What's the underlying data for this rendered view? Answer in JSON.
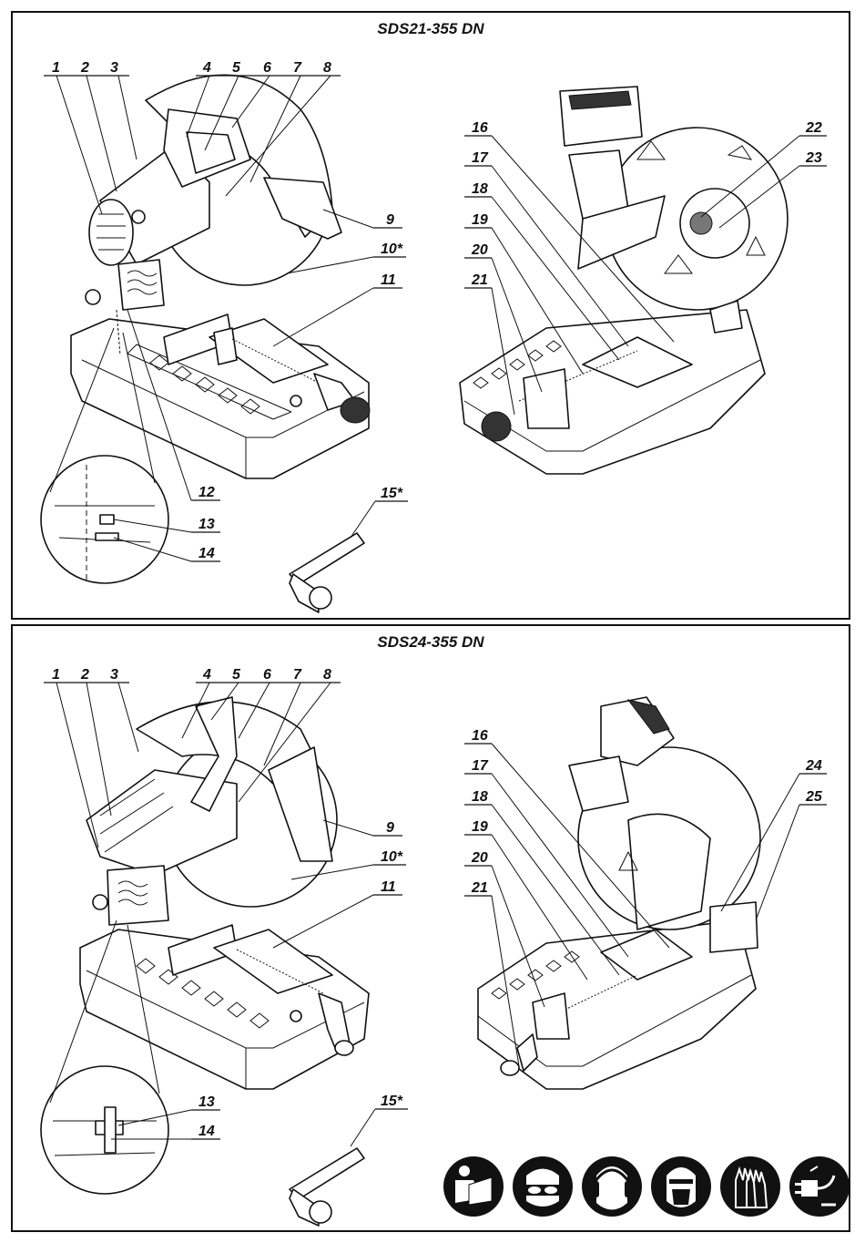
{
  "panels": [
    {
      "title": "SDS21-355 DN",
      "labels": [
        "1",
        "2",
        "3",
        "4",
        "5",
        "6",
        "7",
        "8",
        "9",
        "10*",
        "11",
        "12",
        "13",
        "14",
        "15*",
        "16",
        "17",
        "18",
        "19",
        "20",
        "21",
        "22",
        "23"
      ]
    },
    {
      "title": "SDS24-355 DN",
      "labels": [
        "1",
        "2",
        "3",
        "4",
        "5",
        "6",
        "7",
        "8",
        "9",
        "10*",
        "11",
        "13",
        "14",
        "15*",
        "16",
        "17",
        "18",
        "19",
        "20",
        "21",
        "24",
        "25"
      ]
    }
  ],
  "safety_icons": [
    "read-manual-icon",
    "safety-goggles-icon",
    "ear-protection-icon",
    "dust-mask-icon",
    "protective-gloves-icon",
    "unplug-before-service-icon"
  ]
}
